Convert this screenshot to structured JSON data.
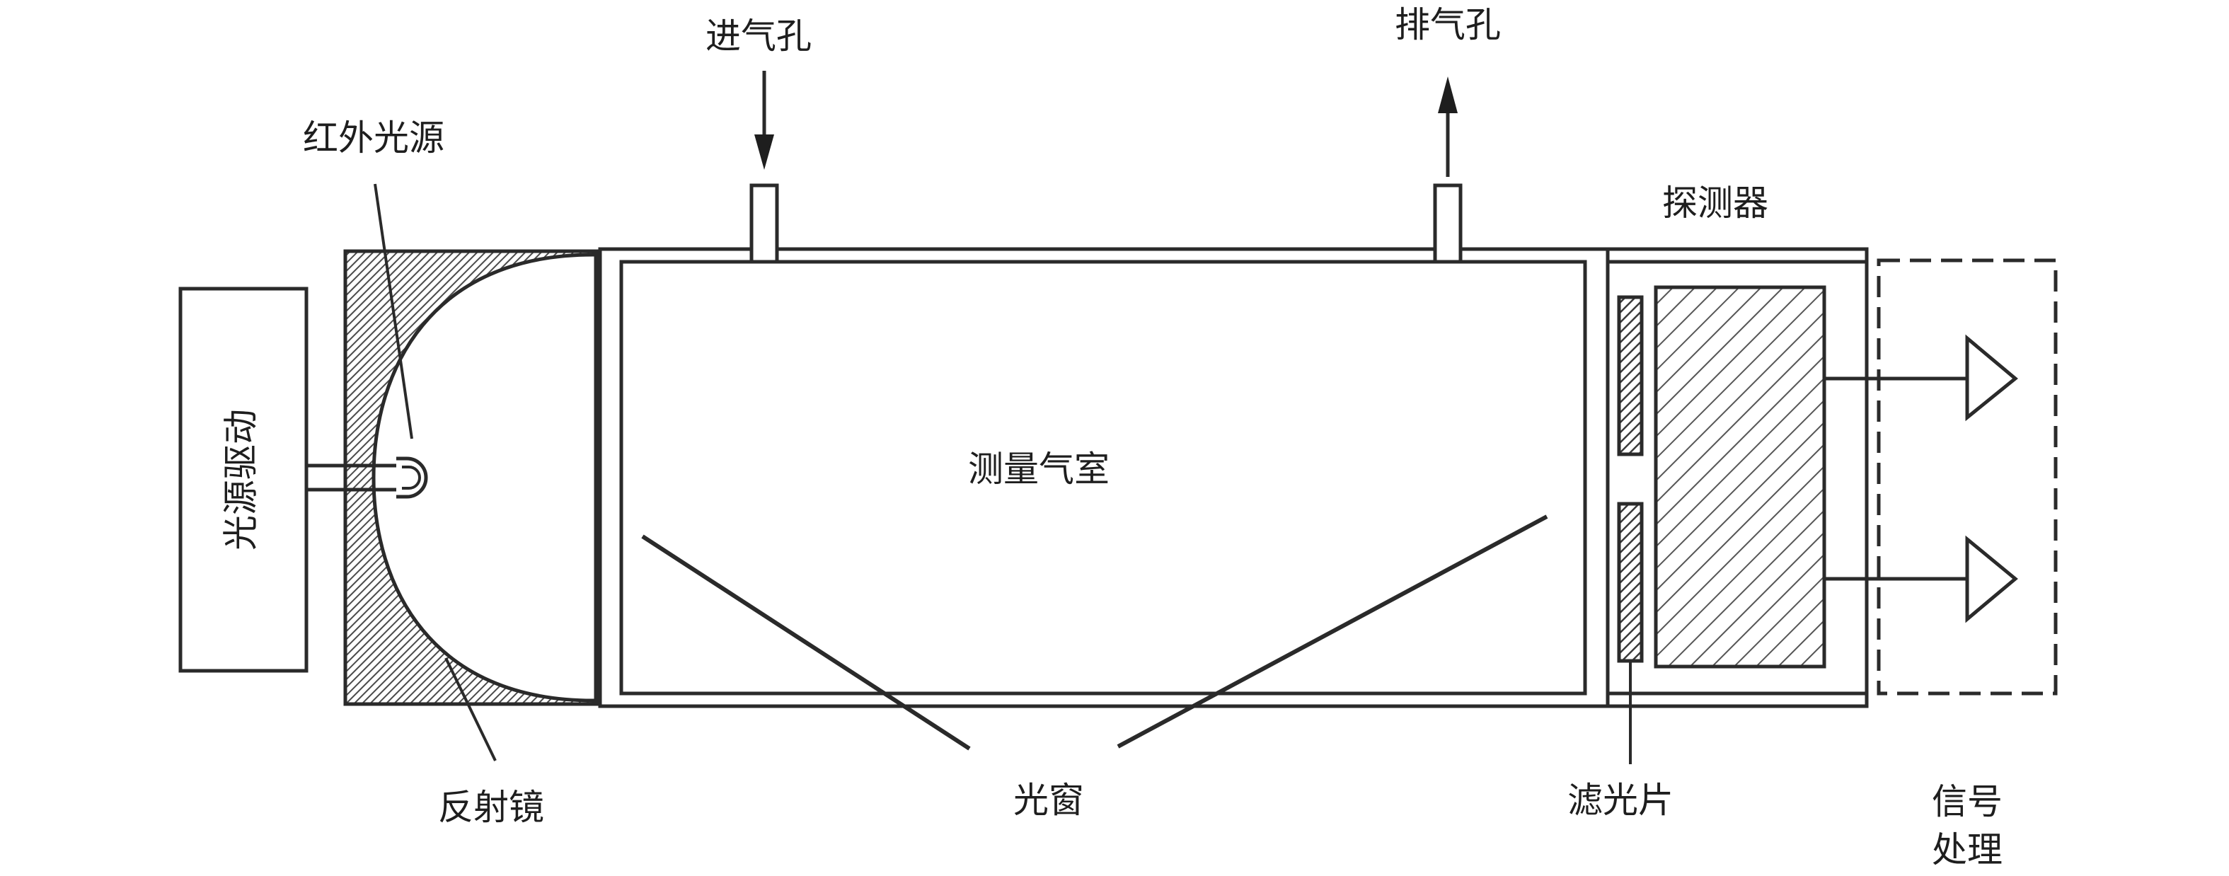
{
  "labels": {
    "light_drive": "光源驱动",
    "ir_source": "红外光源",
    "reflector": "反射镜",
    "inlet": "进气孔",
    "outlet": "排气孔",
    "detector": "探测器",
    "chamber": "测量气室",
    "window": "光窗",
    "filter": "滤光片",
    "signal_line1": "信号",
    "signal_line2": "处理"
  },
  "colors": {
    "stroke": "#2a2a2a",
    "hatch": "#555555",
    "background": "#ffffff"
  }
}
